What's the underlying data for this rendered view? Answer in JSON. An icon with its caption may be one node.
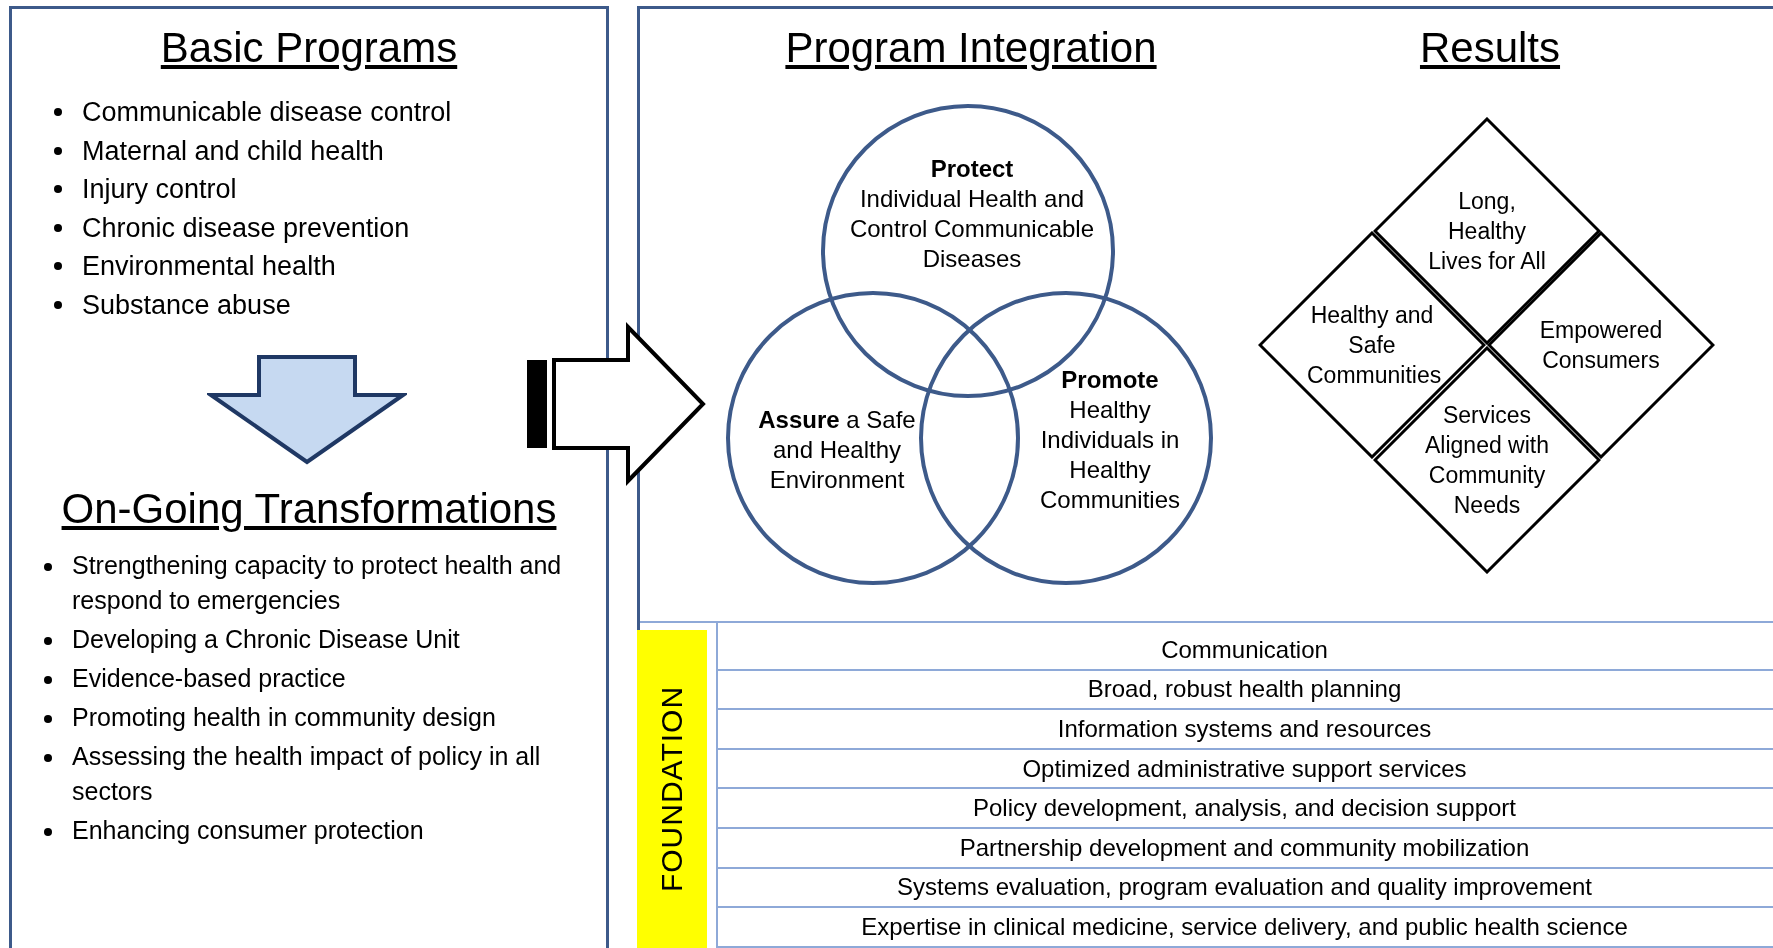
{
  "diagram": {
    "nodes": [
      {
        "text": [
          "Basic Programs",
          "Communicable disease control",
          "Maternal and child health",
          "Injury control",
          "Chronic disease prevention",
          "Environmental health",
          "Substance abuse",
          "On-Going Transformations",
          "Strengthening capacity to protect health and respond to emergencies",
          "Developing a Chronic Disease Unit",
          "Evidence-based practice",
          "Promoting health in community design",
          "Assessing the health impact of policy in all sectors",
          "Enhancing consumer protection"
        ]
      },
      {
        "text": [
          "Program Integration",
          "Results"
        ]
      },
      {
        "text": [
          "Protect",
          "Individual Health and Control Communicable Diseases"
        ],
        "in": 1
      },
      {
        "text": [
          "**Assure** a Safe and Healthy Environment"
        ],
        "in": 1
      },
      {
        "text": [
          "Promote",
          "Healthy Individuals in Healthy Communities"
        ],
        "in": 1
      },
      {
        "text": [
          "Long, Healthy Lives for All"
        ],
        "in": 1
      },
      {
        "text": [
          "Healthy and Safe Communities"
        ],
        "in": 1
      },
      {
        "text": [
          "Empowered Consumers"
        ],
        "in": 1
      },
      {
        "text": [
          "Services Aligned with Community Needs"
        ],
        "in": 1
      },
      {
        "text": [
          "FOUNDATION"
        ],
        "in": 1
      },
      {
        "text": [
          "Communication"
        ],
        "in": 1
      },
      {
        "text": [
          "Broad, robust health planning"
        ],
        "in": 1
      },
      {
        "text": [
          "Information systems and resources"
        ],
        "in": 1
      },
      {
        "text": [
          "Optimized administrative support services"
        ],
        "in": 1
      },
      {
        "text": [
          "Policy development, analysis, and decision support"
        ],
        "in": 1
      },
      {
        "text": [
          "Partnership development and community mobilization"
        ],
        "in": 1
      },
      {
        "text": [
          "Systems evaluation, program evaluation and quality improvement"
        ],
        "in": 1
      },
      {
        "text": [
          "Expertise in clinical medicine, service delivery, and public health science"
        ],
        "in": 1
      }
    ],
    "edges": [
      {
        "from": 0,
        "to": 1,
        "arrow": "to"
      }
    ]
  }
}
